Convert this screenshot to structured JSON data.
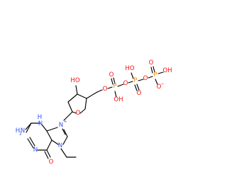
{
  "colors": {
    "carbon": "#000000",
    "oxygen": "#ff0d0d",
    "nitrogen": "#3050f8",
    "phosphorus": "#ff8000",
    "background": "#ffffff"
  },
  "labels": {
    "amino_n": "H",
    "amino_n2": "N",
    "amino_h2": "2",
    "n3h_h": "H",
    "n3h_n": "N",
    "n1": "N",
    "n9": "N",
    "n9_charge": "+",
    "n7": "N",
    "carbonyl_o": "O",
    "ring_o": "O",
    "hydroxyl": "HO",
    "o5": "O",
    "p1": "P",
    "p1_o_top": "O",
    "p1_oh_bottom": "OH",
    "o_bridge1": "O",
    "p2": "P",
    "p2_oh_top": "HO",
    "p2_o_bottom": "O",
    "o_bridge2": "O",
    "p3": "P",
    "p3_o_top": "O",
    "p3_oh_top": "OH",
    "p3_o_minus": "O",
    "p3_charge": "−"
  }
}
